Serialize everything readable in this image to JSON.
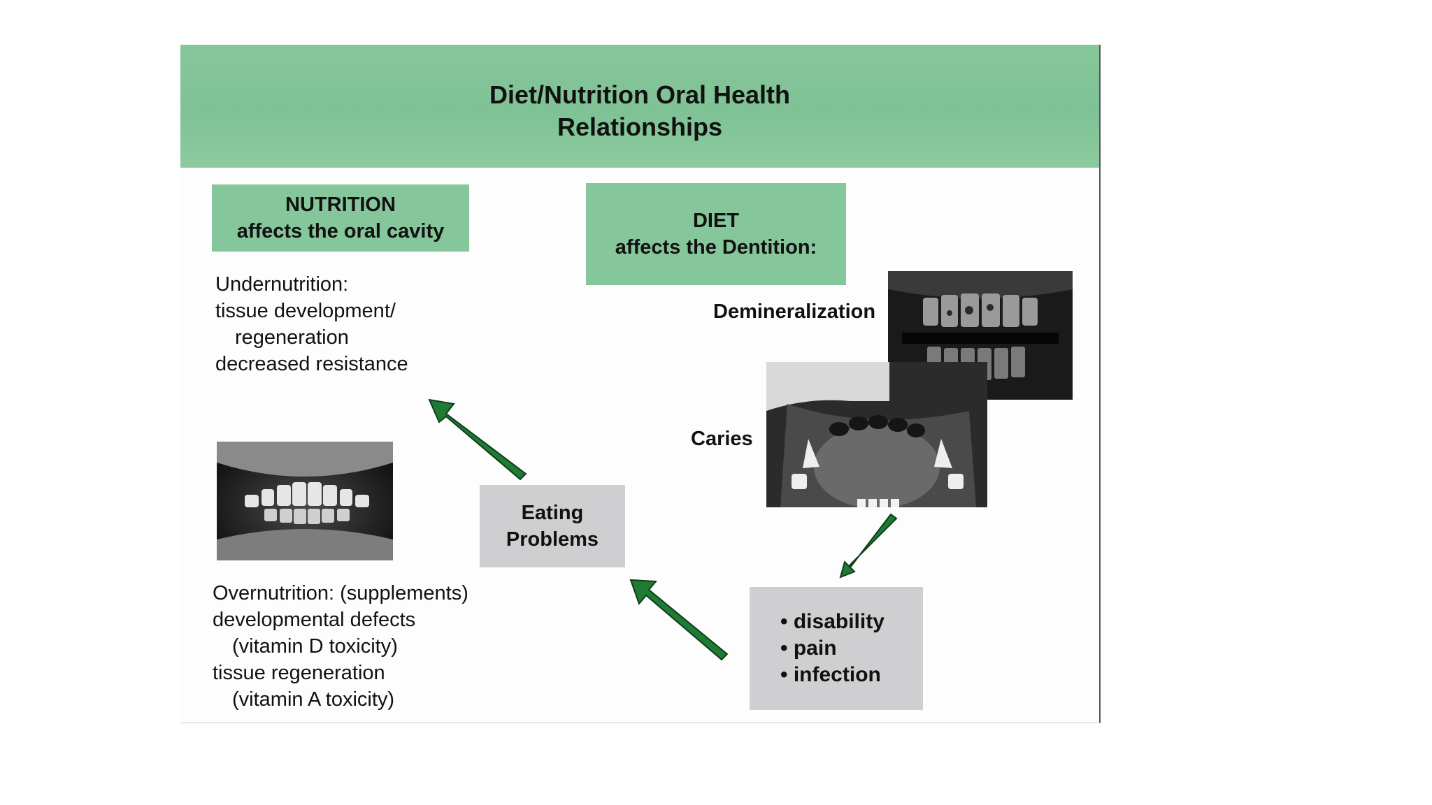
{
  "header": {
    "title_line1": "Diet/Nutrition Oral Health",
    "title_line2": "Relationships"
  },
  "nutrition_box": {
    "line1": "NUTRITION",
    "line2": "affects the oral cavity"
  },
  "diet_box": {
    "line1": "DIET",
    "line2": "affects the Dentition:"
  },
  "undernutrition": {
    "lines": [
      "Undernutrition:",
      "tissue development/",
      "regeneration",
      "decreased resistance"
    ]
  },
  "overnutrition": {
    "lines": [
      "Overnutrition: (supplements)",
      "developmental defects",
      "(vitamin D toxicity)",
      "tissue regeneration",
      "(vitamin A toxicity)"
    ]
  },
  "eating_problems": {
    "line1": "Eating",
    "line2": "Problems"
  },
  "consequences": {
    "items": [
      "disability",
      "pain",
      "infection"
    ]
  },
  "labels": {
    "demineralization": "Demineralization",
    "caries": "Caries"
  },
  "colors": {
    "header_green": "#86c79a",
    "box_green": "#86c69b",
    "box_gray": "#cfcfd1",
    "arrow_green": "#1f7a34"
  }
}
